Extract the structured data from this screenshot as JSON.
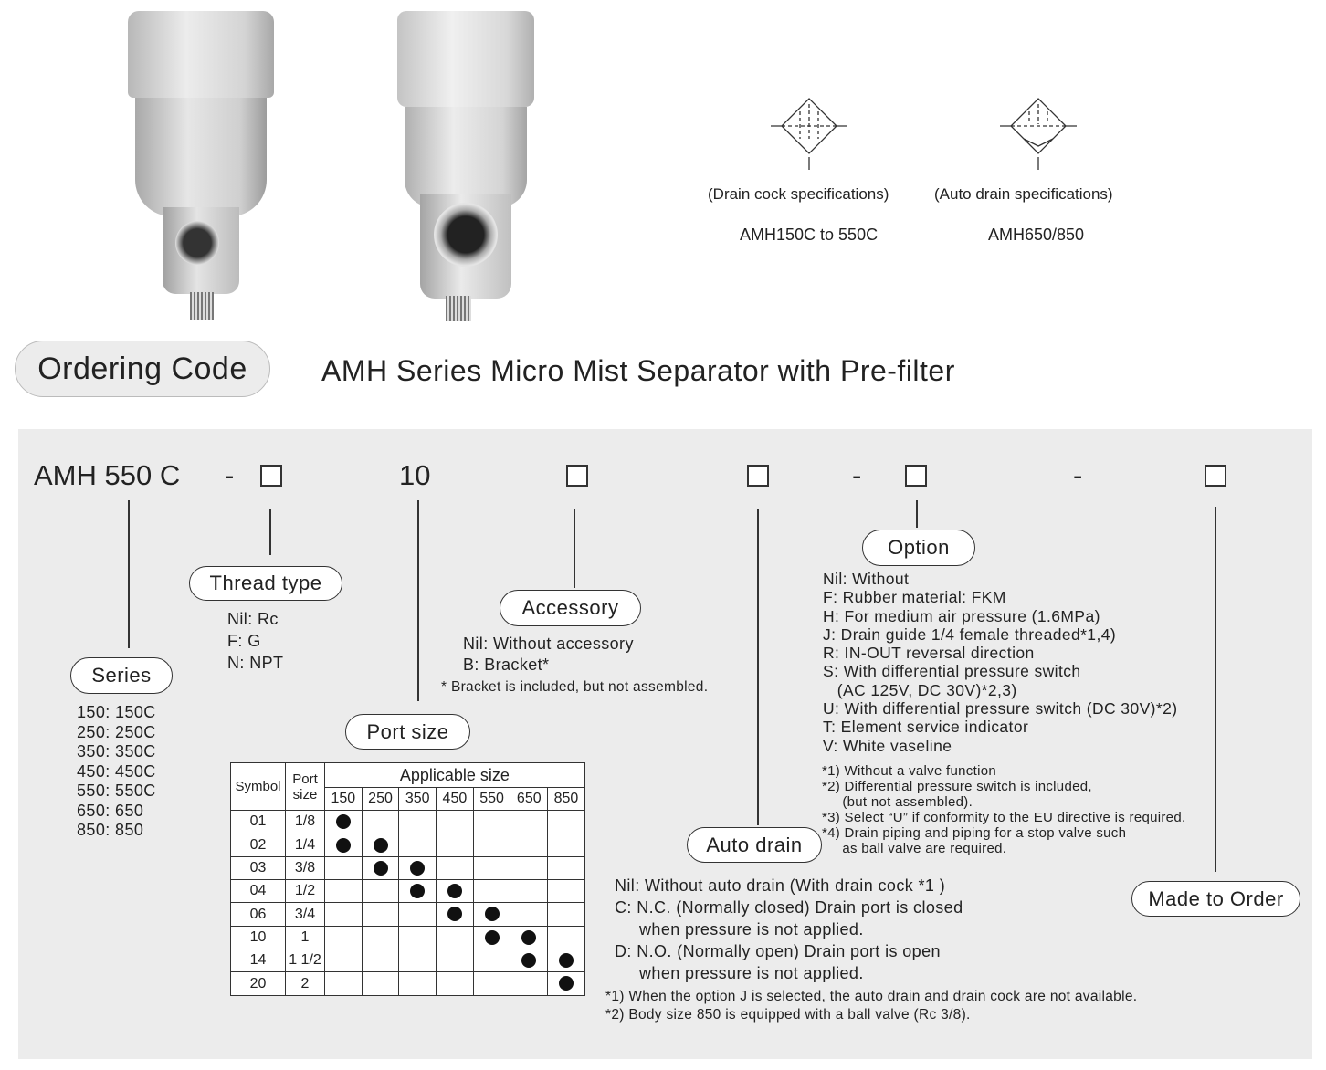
{
  "symbols": [
    {
      "caption": "(Drain cock specifications)",
      "model": "AMH150C to 550C"
    },
    {
      "caption": "(Auto drain specifications)",
      "model": "AMH650/850"
    }
  ],
  "header": {
    "badge": "Ordering Code",
    "title": "AMH Series Micro Mist Separator with Pre-filter"
  },
  "code": {
    "base": "AMH 550 C",
    "dash": "-",
    "port": "10"
  },
  "series": {
    "label": "Series",
    "items": [
      "150: 150C",
      "250: 250C",
      "350: 350C",
      "450: 450C",
      "550: 550C",
      "650: 650",
      "850: 850"
    ]
  },
  "thread": {
    "label": "Thread type",
    "items": [
      "Nil: Rc",
      "F: G",
      "N: NPT"
    ]
  },
  "accessory": {
    "label": "Accessory",
    "items": [
      "Nil: Without accessory",
      "B: Bracket*"
    ],
    "note": "* Bracket is included, but not assembled."
  },
  "port": {
    "label": "Port size",
    "headers": {
      "symbol": "Symbol",
      "port": "Port size",
      "applicable": "Applicable size"
    },
    "sizes": [
      "150",
      "250",
      "350",
      "450",
      "550",
      "650",
      "850"
    ],
    "rows": [
      {
        "symbol": "01",
        "port": "1/8",
        "applicable": [
          "150"
        ]
      },
      {
        "symbol": "02",
        "port": "1/4",
        "applicable": [
          "150",
          "250"
        ]
      },
      {
        "symbol": "03",
        "port": "3/8",
        "applicable": [
          "250",
          "350"
        ]
      },
      {
        "symbol": "04",
        "port": "1/2",
        "applicable": [
          "350",
          "450"
        ]
      },
      {
        "symbol": "06",
        "port": "3/4",
        "applicable": [
          "450",
          "550"
        ]
      },
      {
        "symbol": "10",
        "port": "1",
        "applicable": [
          "550",
          "650"
        ]
      },
      {
        "symbol": "14",
        "port": "1 1/2",
        "applicable": [
          "650",
          "850"
        ]
      },
      {
        "symbol": "20",
        "port": "2",
        "applicable": [
          "850"
        ]
      }
    ]
  },
  "option": {
    "label": "Option",
    "items": [
      "Nil: Without",
      "F: Rubber material: FKM",
      "H: For medium air pressure (1.6MPa)",
      "J: Drain guide 1/4 female threaded*1,4)",
      "R: IN-OUT reversal direction",
      "S: With differential pressure switch",
      "   (AC 125V, DC 30V)*2,3)",
      "U: With differential pressure switch (DC 30V)*2)",
      "T: Element service indicator",
      "V: White vaseline"
    ],
    "notes": [
      "*1) Without a valve function",
      "*2) Differential pressure switch is included,",
      "     (but not assembled).",
      "*3) Select “U” if conformity to the EU directive is required.",
      "*4) Drain piping and piping for a stop valve such",
      "     as ball valve are required."
    ]
  },
  "autodrain": {
    "label": "Auto drain",
    "items": [
      "Nil: Without auto drain (With drain cock *1 )",
      "C: N.C. (Normally closed) Drain port is closed",
      "     when pressure is not applied.",
      "D: N.O. (Normally open) Drain port is open",
      "     when pressure is not applied."
    ],
    "notes": [
      "*1) When the option J is selected, the auto drain and drain cock are not available.",
      "*2) Body size 850 is equipped with a ball valve (Rc 3/8)."
    ]
  },
  "made_to_order": {
    "label": "Made to Order"
  }
}
